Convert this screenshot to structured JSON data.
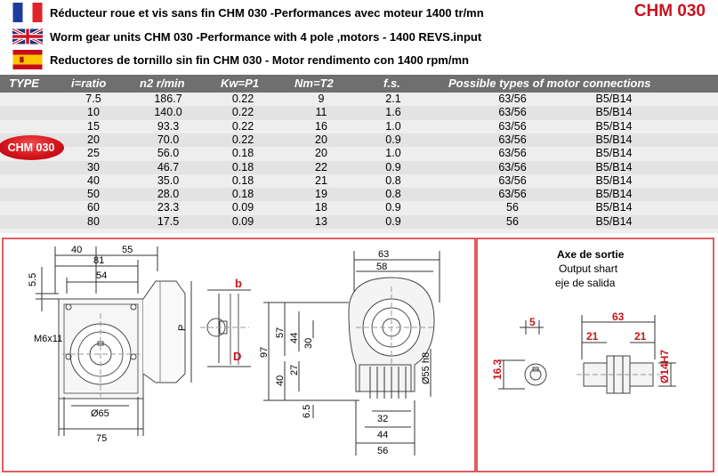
{
  "header": {
    "lines": [
      {
        "flag": "france-flag-icon",
        "text": "Réducteur roue et vis sans fin CHM 030 -Performances avec moteur 1400 tr/mn"
      },
      {
        "flag": "uk-flag-icon",
        "text": "Worm gear units CHM 030  -Performance with 4 pole ,motors - 1400 REVS.input"
      },
      {
        "flag": "spain-flag-icon",
        "text": "Reductores de tornillo sin fin CHM 030 - Motor rendimento con 1400 rpm/mn"
      }
    ],
    "model": "CHM 030"
  },
  "table": {
    "columns": [
      "TYPE",
      "i=ratio",
      "n2 r/min",
      "Kw=P1",
      "Nm=T2",
      "f.s.",
      "Possible types of motor connections"
    ],
    "type_label": "CHM 030",
    "rows": [
      [
        "7.5",
        "186.7",
        "0.22",
        "9",
        "2.1",
        "63/56",
        "B5/B14"
      ],
      [
        "10",
        "140.0",
        "0.22",
        "11",
        "1.6",
        "63/56",
        "B5/B14"
      ],
      [
        "15",
        "93.3",
        "0.22",
        "16",
        "1.0",
        "63/56",
        "B5/B14"
      ],
      [
        "20",
        "70.0",
        "0.22",
        "20",
        "0.9",
        "63/56",
        "B5/B14"
      ],
      [
        "25",
        "56.0",
        "0.18",
        "20",
        "1.0",
        "63/56",
        "B5/B14"
      ],
      [
        "30",
        "46.7",
        "0.18",
        "22",
        "0.9",
        "63/56",
        "B5/B14"
      ],
      [
        "40",
        "35.0",
        "0.18",
        "21",
        "0.8",
        "63/56",
        "B5/B14"
      ],
      [
        "50",
        "28.0",
        "0.18",
        "19",
        "0.8",
        "63/56",
        "B5/B14"
      ],
      [
        "60",
        "23.3",
        "0.09",
        "18",
        "0.9",
        "56",
        "B5/B14"
      ],
      [
        "80",
        "17.5",
        "0.09",
        "13",
        "0.9",
        "56",
        "B5/B14"
      ]
    ]
  },
  "drawing": {
    "front": {
      "d40": "40",
      "d55": "55",
      "d81": "81",
      "d54": "54",
      "d5_5": "5.5",
      "thread": "M6x11",
      "dia65": "Ø65",
      "d75": "75",
      "P": "P"
    },
    "flange": {
      "b": "b",
      "D": "D"
    },
    "side": {
      "d63": "63",
      "d58": "58",
      "d97": "97",
      "d57": "57",
      "d44": "44",
      "d30": "30",
      "d27": "27",
      "d40": "40",
      "d6_5": "6.5",
      "dia55": "Ø55 h8",
      "d32": "32",
      "d44b": "44",
      "d56": "56"
    },
    "output": {
      "title": "Axe de sortie",
      "en": "Output shart",
      "es": "eje de salida",
      "d5": "5",
      "d16_3": "16.3",
      "d63": "63",
      "d21a": "21",
      "d21b": "21",
      "dia14": "Ø14H7"
    }
  },
  "colors": {
    "accent_red": "#c8141e",
    "header_bg": "#6f6f6f",
    "frame_red": "#d9262e"
  }
}
